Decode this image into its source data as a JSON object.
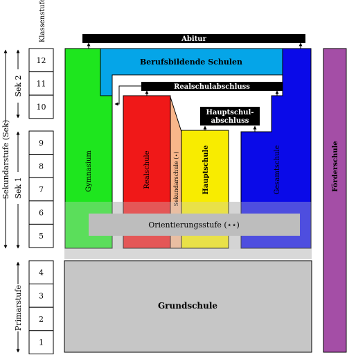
{
  "left_labels": {
    "klassenstufe": "Klassenstufe",
    "sekundarstufe": "Sekundarstufe (Sek)",
    "sek2": "Sek 2",
    "sek1": "Sek 1",
    "primarstufe": "Primarstufe"
  },
  "grades": [
    "12",
    "11",
    "10",
    "9",
    "8",
    "7",
    "6",
    "5",
    "4",
    "3",
    "2",
    "1"
  ],
  "schools": {
    "abitur": "Abitur",
    "berufsbildende": "Berufsbildende Schulen",
    "realschulabschluss": "Realschulabschluss",
    "hauptschulabschluss_line1": "Hauptschul-",
    "hauptschulabschluss_line2": "abschluss",
    "gymnasium": "Gymnasium",
    "realschule": "Realschule",
    "sekundarschule": "Sekundarschule (⋆)",
    "hauptschule": "Hauptschule",
    "gesamtschule": "Gesamtschule",
    "foerderschule": "Förderschule",
    "orientierungsstufe": "Orientierungsstufe (⋆⋆)",
    "grundschule": "Grundschule"
  },
  "colors": {
    "gymnasium": "#1ee61e",
    "berufsbildende": "#05a5e8",
    "realschule": "#f01818",
    "sekundarschule": "#f8b68a",
    "hauptschule": "#f8ec00",
    "gesamtschule": "#0a0ae8",
    "foerderschule": "#a44ea6",
    "orientierung_band": "#d8d8d8",
    "orientierung_box": "#bdbdbd",
    "grundschule": "#c6c6c6",
    "bar": "#000000"
  }
}
